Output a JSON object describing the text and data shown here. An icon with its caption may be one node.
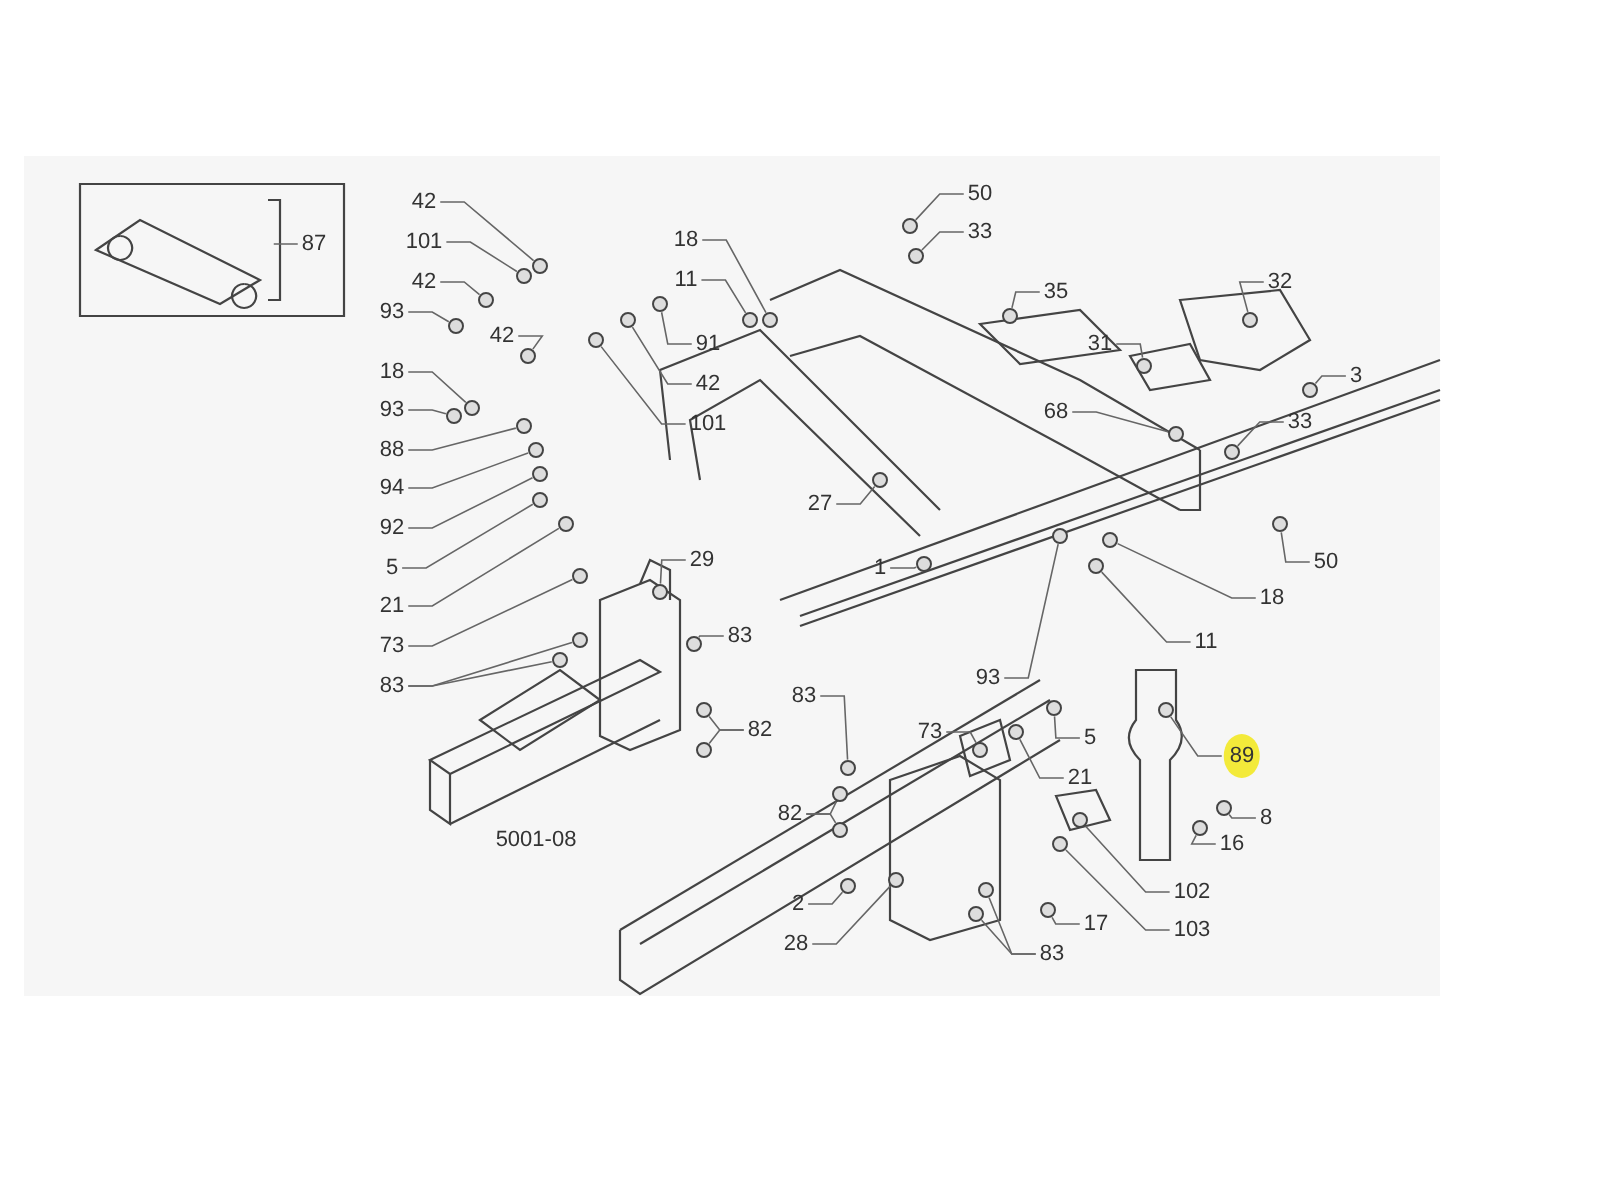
{
  "diagram": {
    "nodes": [
      {
        "text": [
          "87"
        ]
      },
      {
        "text": [
          "42"
        ]
      },
      {
        "text": [
          "101"
        ]
      },
      {
        "text": [
          "42"
        ]
      },
      {
        "text": [
          "93"
        ]
      },
      {
        "text": [
          "42"
        ]
      },
      {
        "text": [
          "18"
        ]
      },
      {
        "text": [
          "93"
        ]
      },
      {
        "text": [
          "88"
        ]
      },
      {
        "text": [
          "94"
        ]
      },
      {
        "text": [
          "92"
        ]
      },
      {
        "text": [
          "5"
        ]
      },
      {
        "text": [
          "21"
        ]
      },
      {
        "text": [
          "73"
        ]
      },
      {
        "text": [
          "83"
        ]
      },
      {
        "text": [
          "50"
        ]
      },
      {
        "text": [
          "33"
        ]
      },
      {
        "text": [
          "18"
        ]
      },
      {
        "text": [
          "11"
        ]
      },
      {
        "text": [
          "35"
        ]
      },
      {
        "text": [
          "32"
        ]
      },
      {
        "text": [
          "91"
        ]
      },
      {
        "text": [
          "31"
        ]
      },
      {
        "text": [
          "3"
        ]
      },
      {
        "text": [
          "42"
        ]
      },
      {
        "text": [
          "68"
        ]
      },
      {
        "text": [
          "33"
        ]
      },
      {
        "text": [
          "101"
        ]
      },
      {
        "text": [
          "27"
        ]
      },
      {
        "text": [
          "29"
        ]
      },
      {
        "text": [
          "1"
        ]
      },
      {
        "text": [
          "50"
        ]
      },
      {
        "text": [
          "18"
        ]
      },
      {
        "text": [
          "83"
        ]
      },
      {
        "text": [
          "11"
        ]
      },
      {
        "text": [
          "83"
        ]
      },
      {
        "text": [
          "93"
        ]
      },
      {
        "text": [
          "82"
        ]
      },
      {
        "text": [
          "73"
        ]
      },
      {
        "text": [
          "5"
        ]
      },
      {
        "text": [
          "89"
        ]
      },
      {
        "text": [
          "21"
        ]
      },
      {
        "text": [
          "82"
        ]
      },
      {
        "text": [
          "8"
        ]
      },
      {
        "text": [
          "16"
        ]
      },
      {
        "text": [
          "102"
        ]
      },
      {
        "text": [
          "2"
        ]
      },
      {
        "text": [
          "17"
        ]
      },
      {
        "text": [
          "103"
        ]
      },
      {
        "text": [
          "28"
        ]
      },
      {
        "text": [
          "83"
        ]
      },
      {
        "text": [],
        "shape": "circle"
      },
      {
        "text": [],
        "shape": "circle"
      },
      {
        "text": [],
        "shape": "circle"
      },
      {
        "text": [],
        "shape": "circle"
      },
      {
        "text": [],
        "shape": "circle"
      },
      {
        "text": [],
        "shape": "circle"
      },
      {
        "text": [],
        "shape": "circle"
      },
      {
        "text": [],
        "shape": "circle"
      },
      {
        "text": [],
        "shape": "circle"
      },
      {
        "text": [],
        "shape": "circle"
      },
      {
        "text": [],
        "shape": "circle"
      },
      {
        "text": [],
        "shape": "circle"
      },
      {
        "text": [],
        "shape": "circle"
      },
      {
        "text": [],
        "shape": "circle"
      },
      {
        "text": [],
        "shape": "circle"
      },
      {
        "text": [],
        "shape": "circle"
      },
      {
        "text": [],
        "shape": "circle"
      },
      {
        "text": [],
        "shape": "circle"
      },
      {
        "text": [],
        "shape": "circle"
      },
      {
        "text": [],
        "shape": "circle"
      },
      {
        "text": [],
        "shape": "circle"
      },
      {
        "text": [],
        "shape": "circle"
      },
      {
        "text": [],
        "shape": "circle"
      },
      {
        "text": [],
        "shape": "circle"
      },
      {
        "text": [],
        "shape": "circle"
      },
      {
        "text": [],
        "shape": "circle"
      },
      {
        "text": [],
        "shape": "circle"
      },
      {
        "text": [],
        "shape": "circle"
      },
      {
        "text": [],
        "shape": "circle"
      },
      {
        "text": [],
        "shape": "circle"
      },
      {
        "text": [],
        "shape": "circle"
      },
      {
        "text": [],
        "shape": "circle"
      },
      {
        "text": [],
        "shape": "circle"
      },
      {
        "text": [],
        "shape": "circle"
      },
      {
        "text": [],
        "shape": "circle"
      },
      {
        "text": [],
        "shape": "circle"
      },
      {
        "text": [],
        "shape": "circle"
      },
      {
        "text": [],
        "shape": "circle"
      },
      {
        "text": [],
        "shape": "circle"
      },
      {
        "text": [],
        "shape": "circle"
      },
      {
        "text": [],
        "shape": "circle"
      },
      {
        "text": [],
        "shape": "circle"
      },
      {
        "text": [],
        "shape": "circle"
      },
      {
        "text": [],
        "shape": "circle"
      },
      {
        "text": [],
        "shape": "circle"
      },
      {
        "text": [],
        "shape": "circle"
      },
      {
        "text": [],
        "shape": "circle"
      },
      {
        "text": [],
        "shape": "circle"
      },
      {
        "text": [],
        "shape": "circle"
      },
      {
        "text": [],
        "shape": "circle"
      },
      {
        "text": [],
        "shape": "circle"
      },
      {
        "text": [],
        "shape": "circle"
      },
      {
        "text": [],
        "shape": "circle"
      },
      {
        "text": [],
        "shape": "circle"
      }
    ],
    "edges": [
      {
        "from": 0,
        "to": null,
        "arrow": "none"
      },
      {
        "from": 1,
        "to": 51,
        "arrow": "none"
      },
      {
        "from": 2,
        "to": 52,
        "arrow": "none"
      },
      {
        "from": 3,
        "to": 53,
        "arrow": "none"
      },
      {
        "from": 4,
        "to": 54,
        "arrow": "none"
      },
      {
        "from": 5,
        "to": 55,
        "arrow": "none"
      },
      {
        "from": 6,
        "to": 56,
        "arrow": "none"
      },
      {
        "from": 7,
        "to": 57,
        "arrow": "none"
      },
      {
        "from": 8,
        "to": 58,
        "arrow": "none"
      },
      {
        "from": 9,
        "to": 59,
        "arrow": "none"
      },
      {
        "from": 10,
        "to": 60,
        "arrow": "none"
      },
      {
        "from": 11,
        "to": 61,
        "arrow": "none"
      },
      {
        "from": 12,
        "to": 62,
        "arrow": "none"
      },
      {
        "from": 13,
        "to": 63,
        "arrow": "none"
      },
      {
        "from": 14,
        "to": 64,
        "arrow": "none"
      },
      {
        "from": 14,
        "to": 65,
        "arrow": "none"
      },
      {
        "from": 15,
        "to": 66,
        "arrow": "none"
      },
      {
        "from": 16,
        "to": 67,
        "arrow": "none"
      },
      {
        "from": 17,
        "to": 68,
        "arrow": "none"
      },
      {
        "from": 18,
        "to": 69,
        "arrow": "none"
      },
      {
        "from": 19,
        "to": 70,
        "arrow": "none"
      },
      {
        "from": 20,
        "to": 71,
        "arrow": "none"
      },
      {
        "from": 21,
        "to": 72,
        "arrow": "none"
      },
      {
        "from": 22,
        "to": 73,
        "arrow": "none"
      },
      {
        "from": 23,
        "to": 74,
        "arrow": "none"
      },
      {
        "from": 24,
        "to": 75,
        "arrow": "none"
      },
      {
        "from": 25,
        "to": 76,
        "arrow": "none"
      },
      {
        "from": 26,
        "to": 77,
        "arrow": "none"
      },
      {
        "from": 27,
        "to": 78,
        "arrow": "none"
      },
      {
        "from": 28,
        "to": 79,
        "arrow": "none"
      },
      {
        "from": 29,
        "to": 80,
        "arrow": "none"
      },
      {
        "from": 30,
        "to": 81,
        "arrow": "none"
      },
      {
        "from": 31,
        "to": 82,
        "arrow": "none"
      },
      {
        "from": 32,
        "to": 83,
        "arrow": "none"
      },
      {
        "from": 33,
        "to": 84,
        "arrow": "none"
      },
      {
        "from": 34,
        "to": 85,
        "arrow": "none"
      },
      {
        "from": 35,
        "to": 86,
        "arrow": "none"
      },
      {
        "from": 36,
        "to": 87,
        "arrow": "none"
      },
      {
        "from": 37,
        "to": 88,
        "arrow": "none"
      },
      {
        "from": 37,
        "to": 89,
        "arrow": "none"
      },
      {
        "from": 38,
        "to": 90,
        "arrow": "none"
      },
      {
        "from": 39,
        "to": 91,
        "arrow": "none"
      },
      {
        "from": 40,
        "to": 92,
        "arrow": "none"
      },
      {
        "from": 41,
        "to": 93,
        "arrow": "none"
      },
      {
        "from": 42,
        "to": 94,
        "arrow": "none"
      },
      {
        "from": 42,
        "to": 95,
        "arrow": "none"
      },
      {
        "from": 43,
        "to": 96,
        "arrow": "none"
      },
      {
        "from": 44,
        "to": 97,
        "arrow": "none"
      },
      {
        "from": 45,
        "to": 98,
        "arrow": "none"
      },
      {
        "from": 46,
        "to": 99,
        "arrow": "none"
      },
      {
        "from": 47,
        "to": 100,
        "arrow": "none"
      },
      {
        "from": 48,
        "to": 101,
        "arrow": "none"
      },
      {
        "from": 49,
        "to": 102,
        "arrow": "none"
      },
      {
        "from": 50,
        "to": 103,
        "arrow": "none"
      },
      {
        "from": 50,
        "to": 104,
        "arrow": "none"
      }
    ],
    "labels": [
      "5001-08"
    ]
  }
}
